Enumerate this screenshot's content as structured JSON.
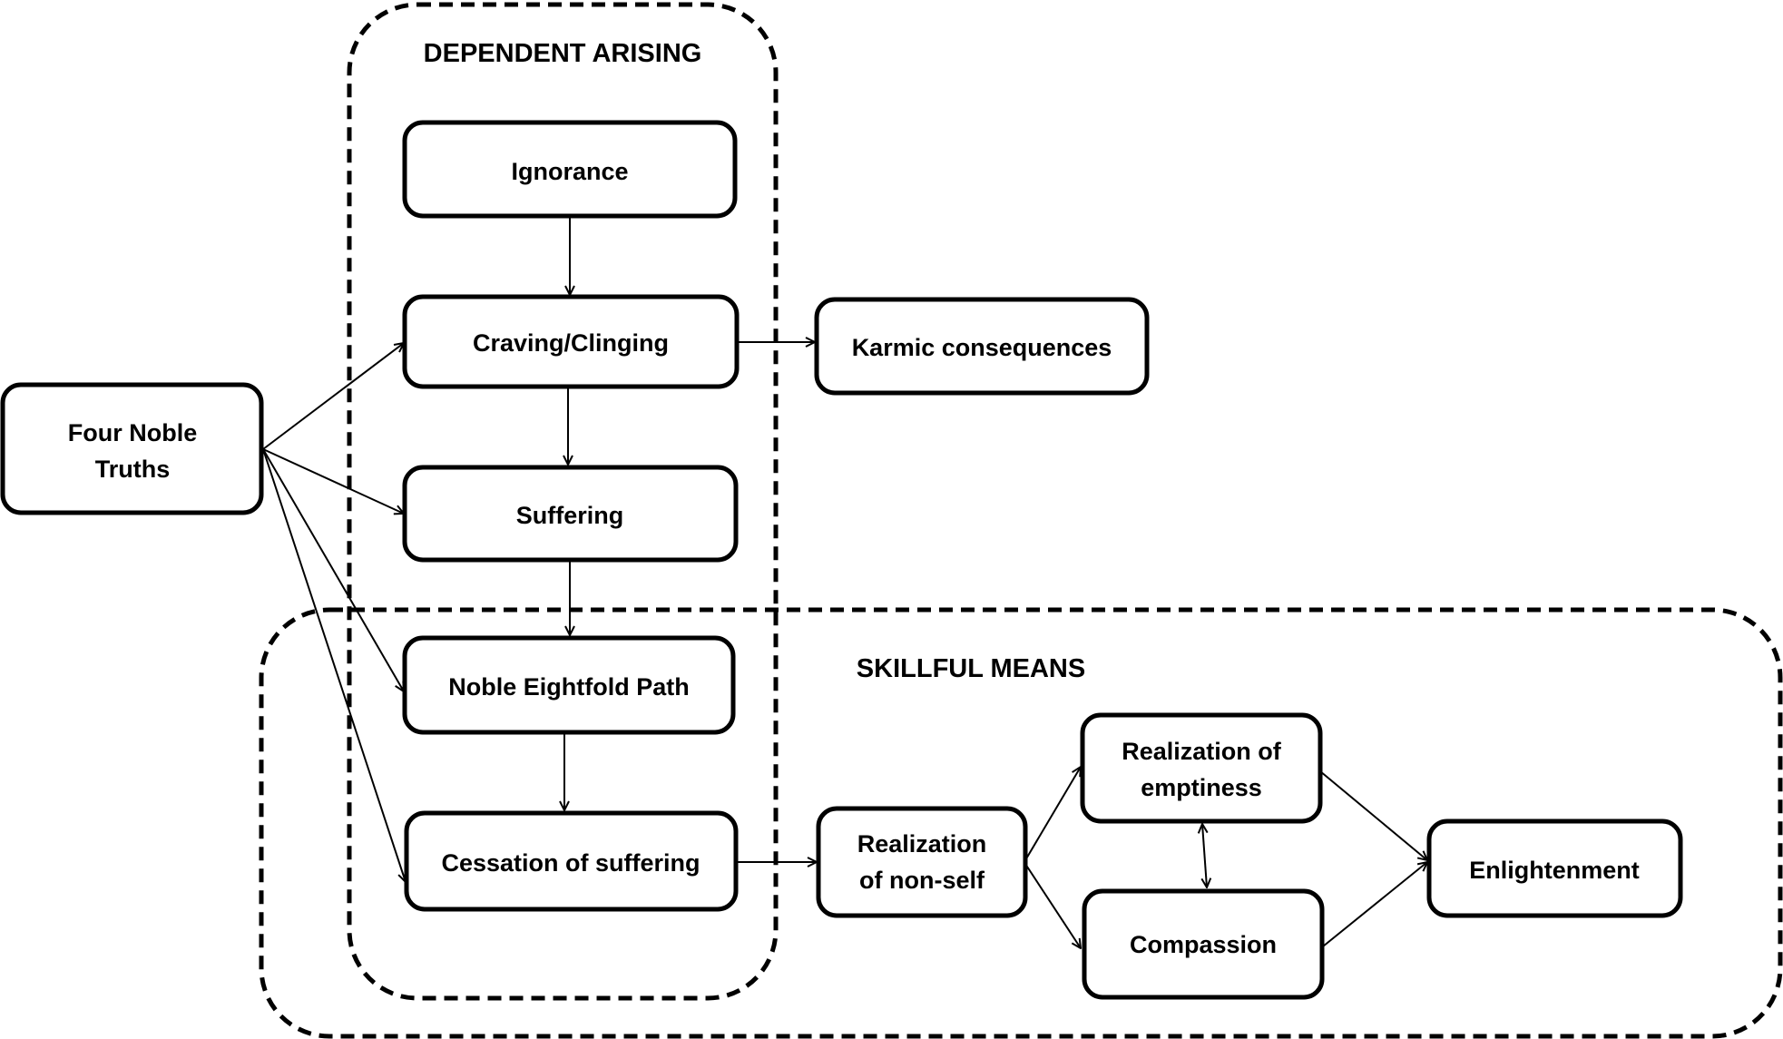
{
  "groups": {
    "dependent_arising": "DEPENDENT ARISING",
    "skillful_means": "SKILLFUL MEANS"
  },
  "nodes": {
    "four_noble_truths": [
      "Four Noble",
      "Truths"
    ],
    "ignorance": "Ignorance",
    "craving": "Craving/Clinging",
    "karmic": "Karmic consequences",
    "suffering": "Suffering",
    "eightfold": "Noble Eightfold Path",
    "cessation": "Cessation of suffering",
    "non_self": [
      "Realization",
      "of non-self"
    ],
    "emptiness": [
      "Realization of",
      "emptiness"
    ],
    "compassion": "Compassion",
    "enlightenment": "Enlightenment"
  },
  "edges": [
    {
      "from": "four_noble_truths",
      "to": "craving"
    },
    {
      "from": "four_noble_truths",
      "to": "suffering"
    },
    {
      "from": "four_noble_truths",
      "to": "eightfold"
    },
    {
      "from": "four_noble_truths",
      "to": "cessation"
    },
    {
      "from": "ignorance",
      "to": "craving"
    },
    {
      "from": "craving",
      "to": "suffering"
    },
    {
      "from": "craving",
      "to": "karmic"
    },
    {
      "from": "suffering",
      "to": "eightfold"
    },
    {
      "from": "eightfold",
      "to": "cessation"
    },
    {
      "from": "cessation",
      "to": "non_self"
    },
    {
      "from": "non_self",
      "to": "emptiness"
    },
    {
      "from": "non_self",
      "to": "compassion"
    },
    {
      "from": "emptiness",
      "to": "compassion",
      "bidirectional": true
    },
    {
      "from": "emptiness",
      "to": "enlightenment"
    },
    {
      "from": "compassion",
      "to": "enlightenment"
    }
  ]
}
